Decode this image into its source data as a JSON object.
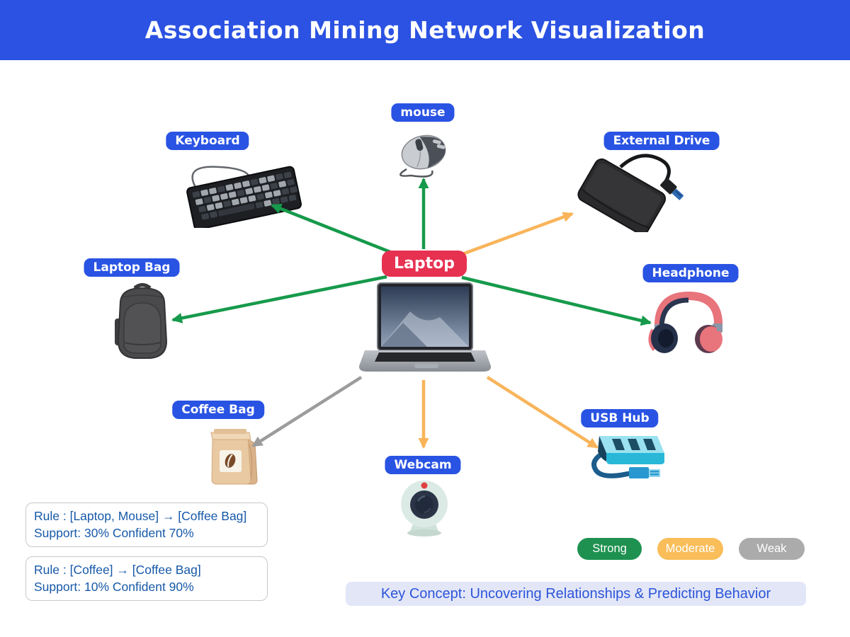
{
  "header": {
    "title": "Association Mining Network Visualization"
  },
  "nodes": {
    "laptop": {
      "label": "Laptop"
    },
    "mouse": {
      "label": "mouse"
    },
    "keyboard": {
      "label": "Keyboard"
    },
    "external_drive": {
      "label": "External Drive"
    },
    "laptop_bag": {
      "label": "Laptop Bag"
    },
    "headphone": {
      "label": "Headphone"
    },
    "coffee_bag": {
      "label": "Coffee Bag"
    },
    "usb_hub": {
      "label": "USB Hub"
    },
    "webcam": {
      "label": "Webcam"
    }
  },
  "edges": [
    {
      "from": "Laptop",
      "to": "mouse",
      "strength": "strong"
    },
    {
      "from": "Laptop",
      "to": "Keyboard",
      "strength": "strong"
    },
    {
      "from": "Laptop",
      "to": "External Drive",
      "strength": "moderate"
    },
    {
      "from": "Laptop",
      "to": "Laptop Bag",
      "strength": "strong"
    },
    {
      "from": "Laptop",
      "to": "Headphone",
      "strength": "strong"
    },
    {
      "from": "Laptop",
      "to": "Coffee Bag",
      "strength": "weak"
    },
    {
      "from": "Laptop",
      "to": "Webcam",
      "strength": "moderate"
    },
    {
      "from": "Laptop",
      "to": "USB Hub",
      "strength": "moderate"
    }
  ],
  "rules": [
    {
      "rule": "Rule : [Laptop, Mouse] → [Coffee Bag]",
      "support": "Support: 30% Confident 70%"
    },
    {
      "rule": "Rule : [Coffee] → [Coffee Bag]",
      "support": "Support: 10% Confident 90%"
    }
  ],
  "legend": {
    "strong": {
      "label": "Strong",
      "color": "#1e9150"
    },
    "moderate": {
      "label": "Moderate",
      "color": "#f9bd59"
    },
    "weak": {
      "label": "Weak",
      "color": "#ababab"
    }
  },
  "key_concept": {
    "text": "Key Concept: Uncovering Relationships & Predicting Behavior"
  },
  "colors": {
    "header_bg": "#2b52e2",
    "label_bg": "#2953e3",
    "center_node_bg": "#e73150",
    "edge_strong": "#169a4b",
    "edge_moderate": "#f9b45a",
    "edge_weak": "#9c9c9c",
    "rule_text": "#1759a8",
    "key_concept_bg": "#e3e6f7",
    "key_concept_text": "#2c55d9"
  }
}
